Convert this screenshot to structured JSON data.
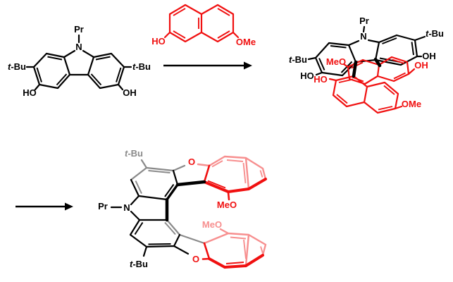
{
  "scheme": {
    "kind": "chemical-reaction-scheme",
    "arrow_count": 2,
    "labels": {
      "pr": "Pr",
      "n": "N",
      "o": "O",
      "tbu_t": "t",
      "tbu_bu": "-Bu",
      "ho": "HO",
      "oh": "OH",
      "ome": "OMe",
      "meo": "MeO"
    },
    "colors": {
      "bond_black": "#000000",
      "bond_red": "#f01010",
      "bond_pink": "#f78f8f",
      "bond_grey": "#8a8a8a",
      "background": "#ffffff"
    }
  }
}
